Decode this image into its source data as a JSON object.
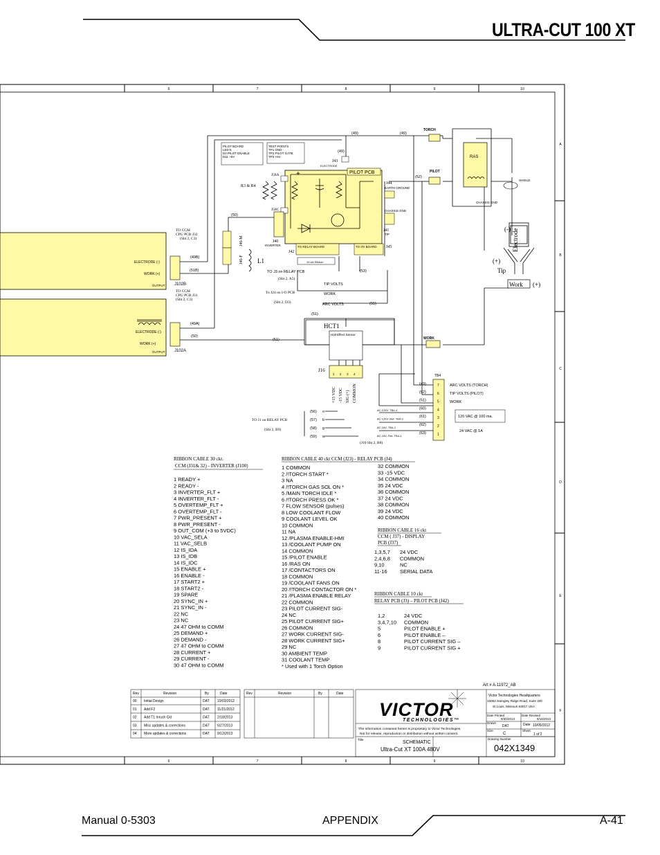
{
  "header": {
    "title": "ULTRA-CUT 100 XT"
  },
  "footer": {
    "manual": "Manual 0-5303",
    "section": "APPENDIX",
    "page": "A-41"
  },
  "grid": {
    "cols": [
      "6",
      "7",
      "8",
      "9",
      "10"
    ],
    "rows": [
      "A",
      "B",
      "C",
      "D",
      "E",
      "F"
    ]
  },
  "labels": {
    "torch": "TORCH",
    "pilot": "PILOT",
    "ras": "RAS",
    "shield": "SHIELD",
    "chassis_gnd": "CHASSIS GND",
    "chassis_gnd2": "CHASSIS GND",
    "pilot_pcb": "PILOT PCB",
    "electrode": "Electrode",
    "tip": "Tip",
    "work": "Work",
    "work_plus": "(+)",
    "minus": "(-)",
    "plus": "(+)",
    "hct1": "HCT1",
    "hall": "Hall Effect Sensor",
    "j16": "J16",
    "j43": "J43",
    "j44": "J44",
    "j45": "J45",
    "j41": "J41",
    "j42": "J42",
    "j40": "J40",
    "j58a": "J58A",
    "j58c": "J58C",
    "r3r4": "R3 & R4",
    "l1": "L1",
    "j46m": "J46-M",
    "j46f": "J46-F",
    "inverter": "INVERTER",
    "electrode_small": "ELECTRODE",
    "earth_ground": "EARTH GROUND",
    "tip_small": "TIP",
    "to_relay_board": "TO RELAY BOARD",
    "to_io_board": "TO I/O BOARD",
    "ribbon_label": "10 ckt Ribbon",
    "pilot_leds": "PILOT BOARD\nLED'S\nD2  PILOT ENABLE\nD11  +5V",
    "test_points": "TEST POINTS\nTP1  GND\nTP2  PILOT GATE\nTP3  +5V",
    "to_ccm_j32": "TO  CCM\nCPU PCB J32\n(Sht 2, C3)",
    "to_ccm_j31": "TO  CCM\nCPU PCB J31\n(Sht 2, C3)",
    "electrode_minus": "ELECTRODE (-)",
    "work_plus_small": "WORK (+)",
    "electrode_minus2": "ELECTRODE (-)",
    "work_plus2": "WORK (+)",
    "output": "OUTPUT",
    "output2": "OUTPUT",
    "j102b": "J102B",
    "j102a": "J102A",
    "to_j3": "TO J3 on RELAY PCB",
    "to_j3_ref": "(Sht 2, A5)",
    "to_j24": "To J24 on I-O PCB",
    "to_j24_ref": "(Sht 2, D3)",
    "tip_volts": "TIP VOLTS",
    "work_lbl": "WORK",
    "arc_volts": "ARC VOLTS",
    "to_j1": "TO J1 on RELAY PCB",
    "to_j1_ref": "(Sht 2, B9)",
    "j10_ref": "(J10  Sht 2, B8)",
    "tb4": "TB4",
    "work_tb": "WORK",
    "tb4_desc": [
      "ARC VOLTS (TORCH)",
      "TIP VOLTS (PILOT)",
      "WORK"
    ],
    "vac100": "120 VAC @ 100 ma.",
    "vac24": "24 VAC @ 1A",
    "ac_lines": [
      "AC 120V- TB4-4",
      "AC 120V- Ret- TB4-3",
      "AC 24V- TB4-2",
      "AC 24V- Ret- TB4-1"
    ],
    "hct_pins": [
      "+15 VDC",
      "-15 VDC",
      "SIG (+)",
      "COMMON"
    ],
    "sig_letters": [
      "o",
      "b",
      "g",
      "w"
    ],
    "wires": {
      "w49": "(49)",
      "w49b": "(49)",
      "w49c": "(49)",
      "w52": "(52)",
      "w50": "(50)",
      "w49B": "(49B)",
      "w51B": "(51B)",
      "w49A": "(49A)",
      "w50b": "(50)",
      "w51": "(51)",
      "w51b": "(51)",
      "w53": "(53)",
      "w55": "(55)",
      "w56": "(56)",
      "w57": "(57)",
      "w58": "(58)",
      "w59": "(59)",
      "tb": [
        "(49)",
        "(52)",
        "(51)",
        "(60)",
        "(61)",
        "(62)",
        "(63)"
      ]
    }
  },
  "ribbon30": {
    "title": "RIBBON CABLE  30 ckt.",
    "subtitle": "CCM (J31& 32) - INVERTER  (J100)",
    "items": [
      "1    READY +",
      "2    READY -",
      "3    INVERTER_FLT +",
      "4    INVERTER_FLT -",
      "5    OVERTEMP_FLT +",
      "6    OVERTEMP_FLT -",
      "7    PWR_PRESENT +",
      "8    PWR_PRESENT -",
      "9    OUT_COM (+3 to 5VDC)",
      "10   VAC_SELA",
      "11   VAC_SELB",
      "12   IS_IDA",
      "13   IS_IDB",
      "14   IS_IDC",
      "15   ENABLE +",
      "16   ENABLE -",
      "17   START2 +",
      "18   START2 -",
      "19   SPARE",
      "20   SYNC_IN +",
      "21   SYNC_IN -",
      "22   NC",
      "23   NC",
      "24   47 OHM to COMM",
      "25   DEMAND +",
      "26   DEMAND -",
      "27   47 OHM to COMM",
      "28   CURRENT +",
      "29   CURRENT -",
      "30   47 OHM to COMM"
    ]
  },
  "ribbon40": {
    "title": "RIBBON CABLE 40 ckt  CCM (J23) - RELAY PCB (J4)",
    "col1": [
      "1    COMMON",
      "2    /!TORCH START *",
      "3    NA",
      "4    /!TORCH GAS SOL ON *",
      "5    /MAIN TORCH IDLE *",
      "6    /!TORCH PRESS OK *",
      "7    FLOW SENSOR (pulses)",
      "8    LOW COOLANT FLOW",
      "9    COOLANT LEVEL OK",
      "10   COMMON",
      "11   NA",
      "12   /PLASMA ENABLE-HMI",
      "13   /COOLANT PUMP ON",
      "14   COMMON",
      "15   /PILOT ENABLE",
      "16   /RAS ON",
      "17   /CONTACTORS ON",
      "18   COMMON",
      "19   /COOLANT FANS ON",
      "20   /!TORCH CONTACTOR ON *",
      "21   /PLASMA ENABLE RELAY",
      "22   COMMON",
      "23   PILOT CURRENT SIG-",
      "24   NC",
      "25   PILOT CURRENT SIG+",
      "26   COMMON",
      "27   WORK CURRENT SIG-",
      "28   WORK CURRENT SIG+",
      "29   NC",
      "30   AMBIENT TEMP",
      "31   COOLANT TEMP",
      "*  Used with 1 Torch Option"
    ],
    "col2": [
      "32   COMMON",
      "33   -15 VDC",
      "34   COMMON",
      "35   24 VDC",
      "36   COMMON",
      "37   24 VDC",
      "38   COMMON",
      "39   24 VDC",
      "40   COMMON"
    ]
  },
  "ribbon16": {
    "title": "RIBBON CABLE 16 ckt",
    "subtitle": "CCM ( J37) - DISPLAY",
    "subtitle2": "PCB (J37)",
    "rows": [
      [
        "1,3,5,7",
        "24 VDC"
      ],
      [
        "2,4,6,8",
        "COMMON"
      ],
      [
        "9,10",
        "NC"
      ],
      [
        "11-16",
        "SERIAL DATA"
      ]
    ]
  },
  "ribbon10": {
    "title": "RIBBON CABLE 10 ckt",
    "subtitle": "RELAY PCB (J3) – PILOT PCB (J42)",
    "rows": [
      [
        "1,2",
        "24 VDC"
      ],
      [
        "3,4,7,10",
        "COMMON"
      ],
      [
        "5",
        "PILOT ENABLE +"
      ],
      [
        "6",
        "PILOT ENABLE –"
      ],
      [
        "8",
        "PILOT CURRENT SIG –"
      ],
      [
        "9",
        "PILOT CURRENT SIG +"
      ]
    ]
  },
  "art": "Art # A-11972_AB",
  "revisions": {
    "headers": [
      "Rev",
      "Revision",
      "By",
      "Date"
    ],
    "rows": [
      [
        "00",
        "Initial Design",
        "DAT",
        "10/03/2012"
      ],
      [
        "01",
        "Add F2",
        "DAT",
        "11/21/2012"
      ],
      [
        "02",
        "Add T1 Inrush Ckt",
        "DAT",
        "2/18/2013"
      ],
      [
        "03",
        "Misc updates & corrections",
        "DAT",
        "6/27/2013"
      ],
      [
        "04",
        "More updates & corrections",
        "DAT",
        "9/12/2013"
      ]
    ],
    "headers2": [
      "Rev",
      "Revision",
      "By",
      "Date"
    ]
  },
  "titleblock": {
    "logo": "VICTOR",
    "logo_sub": "TECHNOLOGIES™",
    "hq": "Victor Technologies Headquarters",
    "addr1": "16052 Swingley Ridge Road, Suite 300",
    "addr2": "St Louis, Missouri 63017 USA",
    "date_printed_lbl": "Date Printed",
    "date_printed": "9/30/2013",
    "date_revised_lbl": "Date Revised",
    "date_revised": "9/16/2013",
    "drawn_lbl": "Drawn",
    "drawn": "DAT",
    "date_lbl": "Date",
    "date": "10/05/2012",
    "size_lbl": "Size",
    "size": "C",
    "sheet_lbl": "Sheet",
    "sheet": "1    of    2",
    "prop1": "The information contained herein is proprietary to Victor Technologies.",
    "prop2": "Not for release, reproduction or distribution without written consent.",
    "title_lbl": "Title",
    "title1": "SCHEMATIC",
    "title2": "Ultra-Cut  XT  100A  480V",
    "dwg_lbl": "Drawing Number",
    "dwg": "042X1349"
  },
  "colors": {
    "yellow": "#fff9a6",
    "frame": "#000000"
  }
}
